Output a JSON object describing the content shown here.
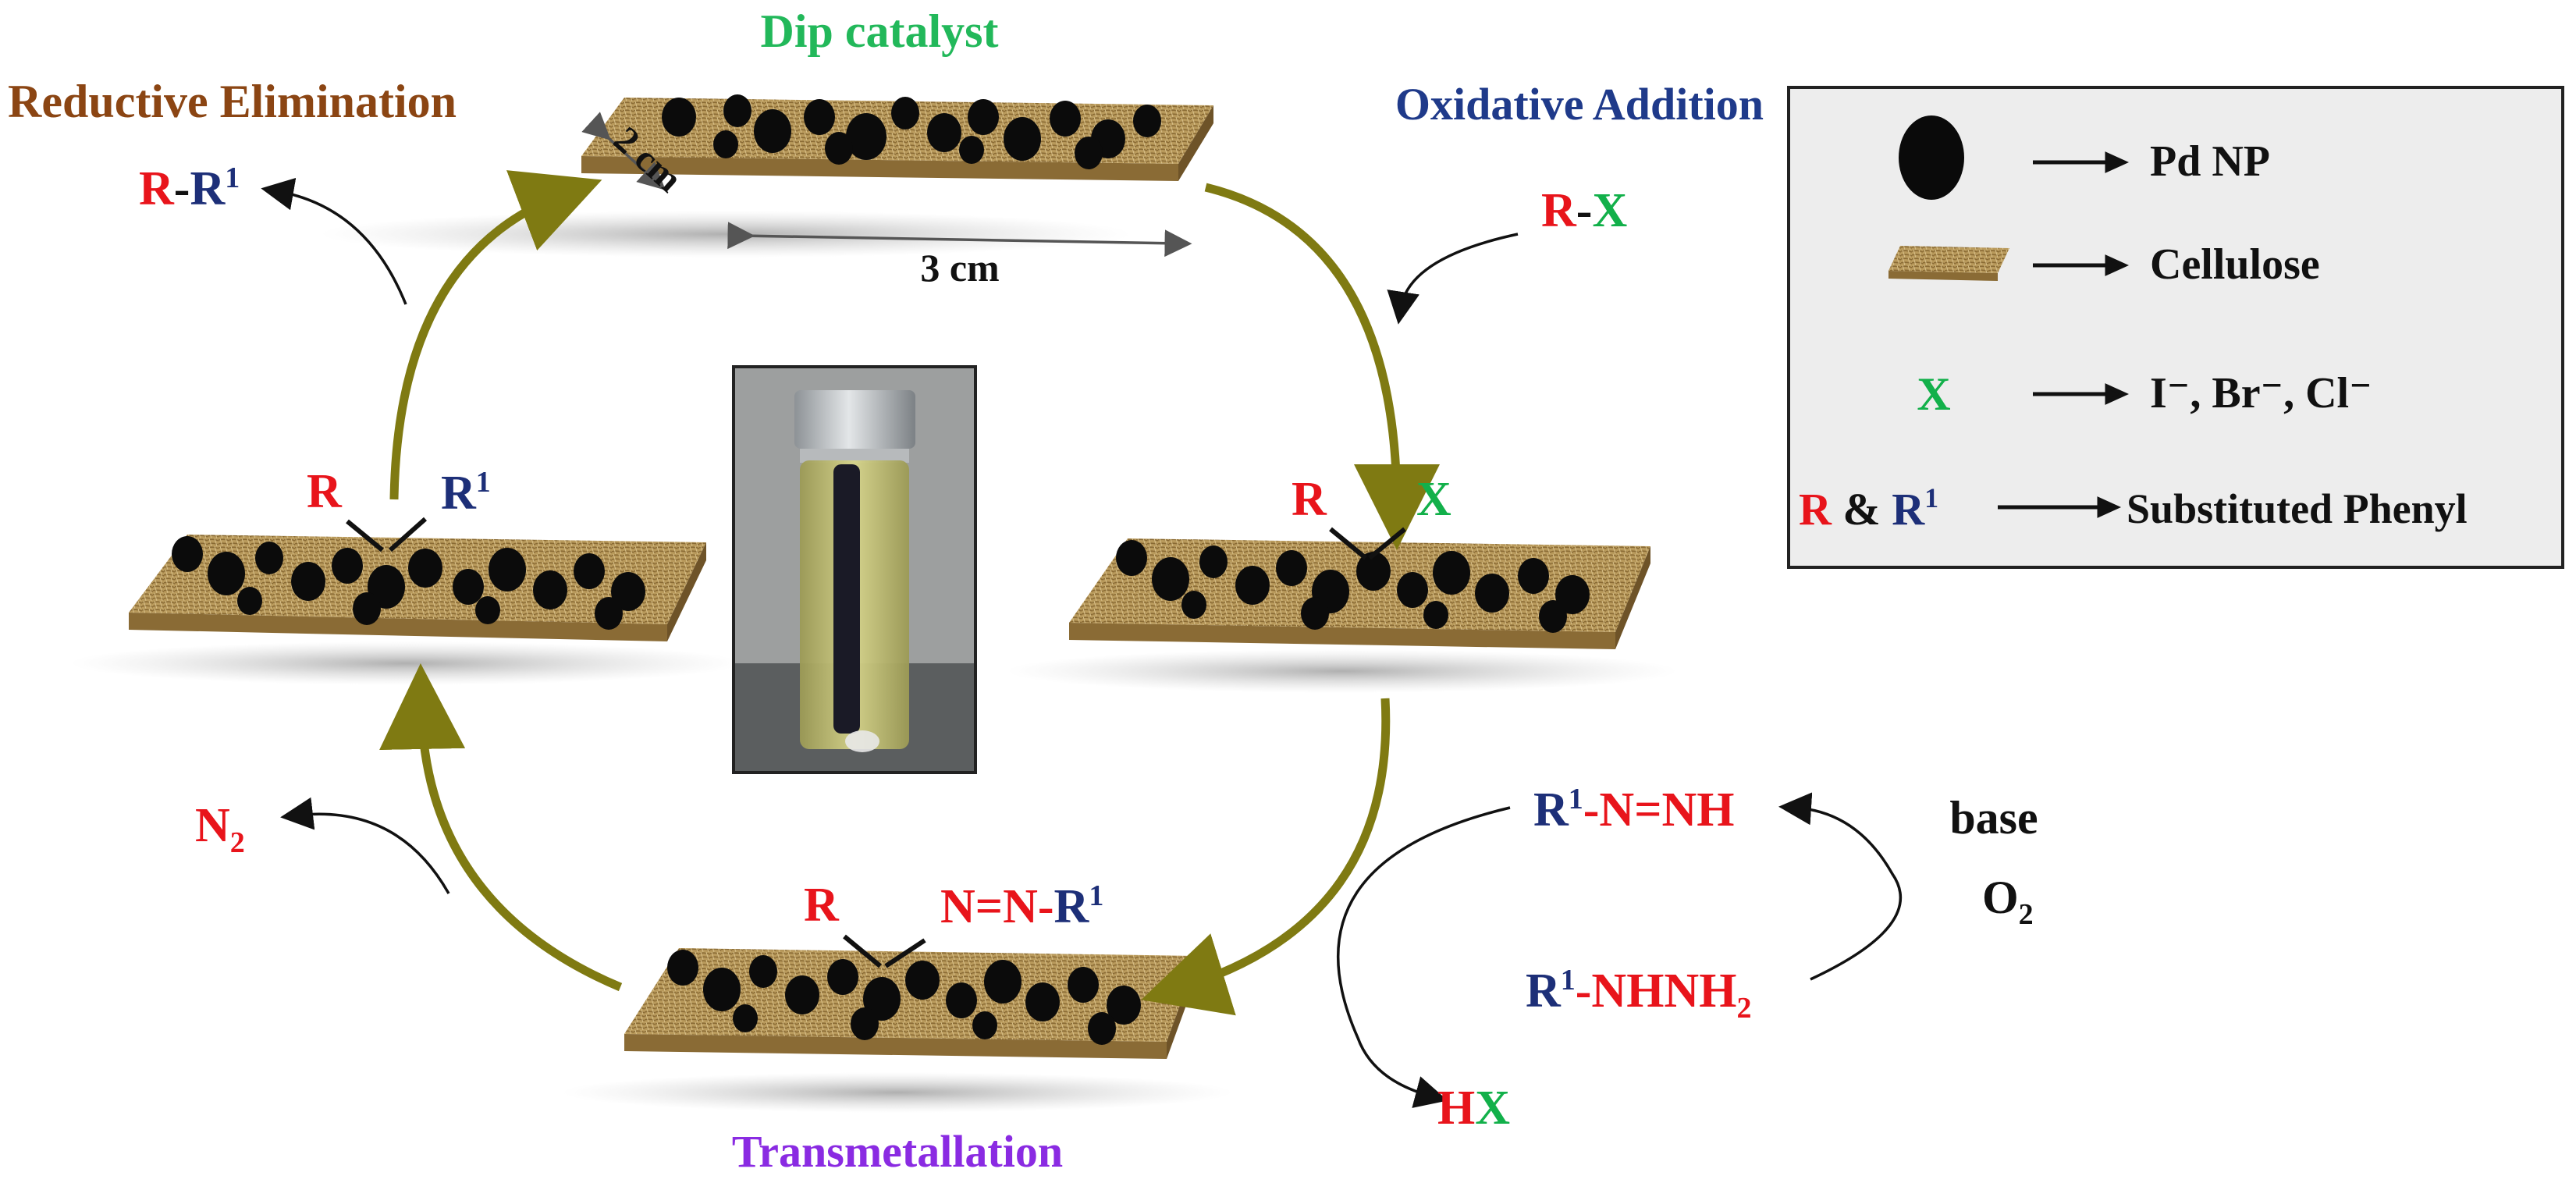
{
  "labels": {
    "dip_catalyst": "Dip catalyst",
    "reductive_elimination": "Reductive Elimination",
    "oxidative_addition": "Oxidative Addition",
    "transmetallation": "Transmetallation",
    "width_label": "2 cm",
    "length_label": "3 cm",
    "base": "base",
    "o2": "O",
    "o2_sub": "2"
  },
  "species": {
    "product_R": "R",
    "product_dash": "-",
    "product_R1": "R",
    "product_R1_sup": "1",
    "reagent_R": "R",
    "reagent_dash": "-",
    "reagent_X": "X",
    "left_R": "R",
    "left_R1": "R",
    "left_R1_sup": "1",
    "right_R": "R",
    "right_X": "X",
    "bottom_R": "R",
    "bottom_NN": "N=N-",
    "bottom_R1": "R",
    "bottom_R1_sup": "1",
    "n2": "N",
    "n2_sub": "2",
    "diazene_R1": "R",
    "diazene_R1_sup": "1",
    "diazene_rest": "-N=NH",
    "hydrazine_R1": "R",
    "hydrazine_R1_sup": "1",
    "hydrazine_rest": "-NHNH",
    "hydrazine_sub": "2",
    "hx_H": "H",
    "hx_X": "X"
  },
  "legend": {
    "pd": "Pd NP",
    "cellulose": "Cellulose",
    "x_symbol": "X",
    "x_meaning": "I⁻, Br⁻, Cl⁻",
    "r_symbol": "R",
    "r_and": " & ",
    "r1_symbol": "R",
    "r1_sup": "1",
    "r_meaning": "Substituted Phenyl"
  },
  "colors": {
    "cycle_arrow": "#7f7a12",
    "red": "#e8141b",
    "navy": "#1d2f78",
    "green": "#12b04a",
    "cellulose": "#b99a5c",
    "legend_bg": "#ededed"
  }
}
